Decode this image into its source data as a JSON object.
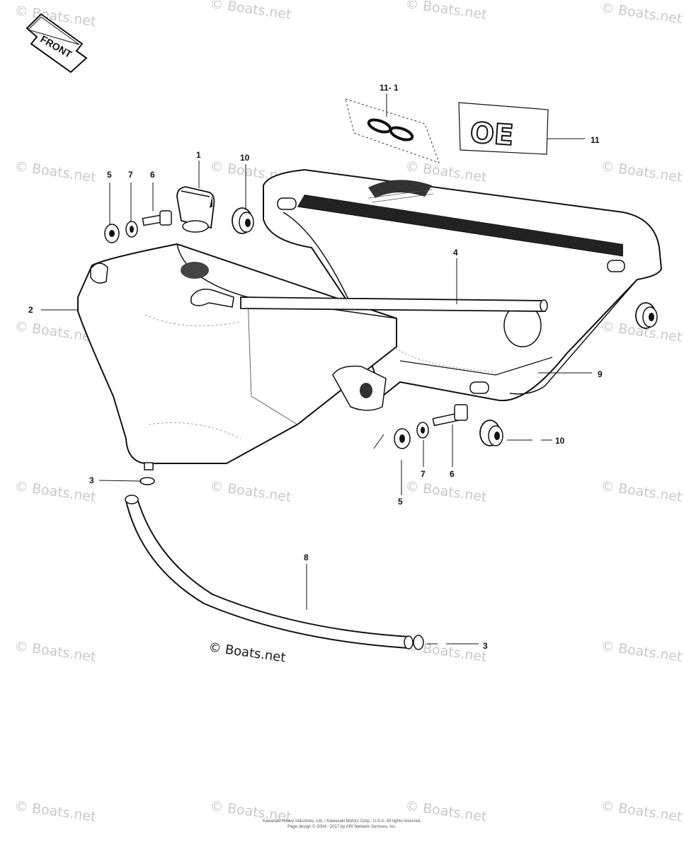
{
  "watermark": "© Boats.net",
  "copyright_text": "© Boats.net",
  "front_label": "FRONT",
  "decal_text": "OE",
  "callouts": [
    {
      "id": "c1",
      "text": "1"
    },
    {
      "id": "c2",
      "text": "2"
    },
    {
      "id": "c3a",
      "text": "3"
    },
    {
      "id": "c3b",
      "text": "3"
    },
    {
      "id": "c4",
      "text": "4"
    },
    {
      "id": "c5a",
      "text": "5"
    },
    {
      "id": "c5b",
      "text": "5"
    },
    {
      "id": "c6a",
      "text": "6"
    },
    {
      "id": "c6b",
      "text": "6"
    },
    {
      "id": "c7a",
      "text": "7"
    },
    {
      "id": "c7b",
      "text": "7"
    },
    {
      "id": "c8",
      "text": "8"
    },
    {
      "id": "c9",
      "text": "9"
    },
    {
      "id": "c10a",
      "text": "10"
    },
    {
      "id": "c10b",
      "text": "10"
    },
    {
      "id": "c11",
      "text": "11"
    },
    {
      "id": "c11_1",
      "text": "11- 1"
    }
  ],
  "footer": {
    "line1": "Kawasaki Heavy Industries, Ltd. / Kawasaki Motors Corp., U.S.A. All rights reserved.",
    "line2": "Page design © 2004 - 2017 by ARI Network Services, Inc."
  }
}
